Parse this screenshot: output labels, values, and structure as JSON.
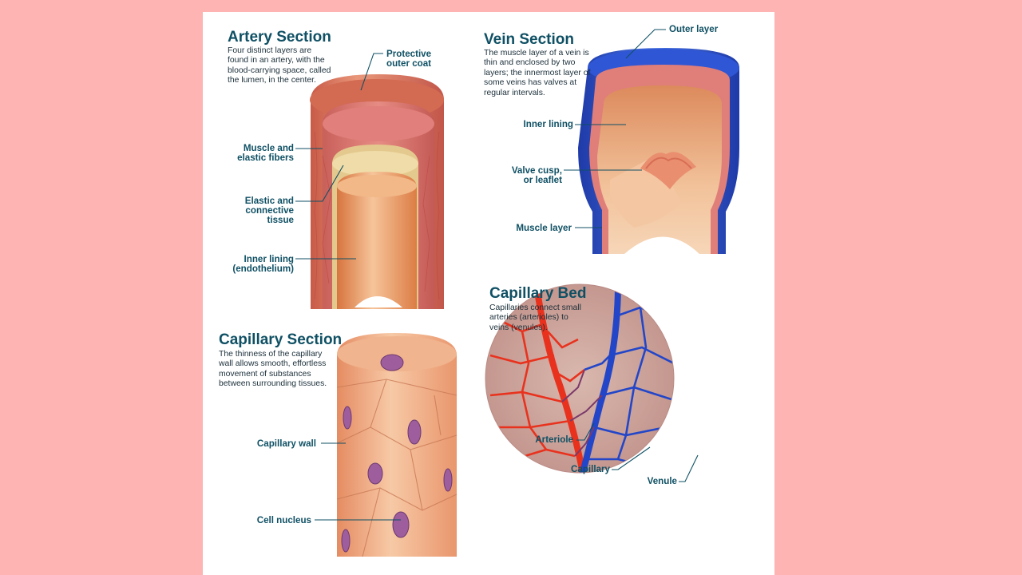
{
  "colors": {
    "page_background": "#fdb4b2",
    "sheet": "#ffffff",
    "heading": "#0f5064",
    "arterial_red": "#e8321e",
    "venous_blue": "#2346c8",
    "tissue": "#e8956c"
  },
  "artery": {
    "title": "Artery Section",
    "description": "Four distinct layers are found in an artery, with the blood-carrying space, called the lumen, in the center.",
    "labels": {
      "outer_coat": "Protective\nouter coat",
      "muscle": "Muscle and\nelastic fibers",
      "elastic": "Elastic and\nconnective\ntissue",
      "inner": "Inner lining\n(endothelium)"
    }
  },
  "vein": {
    "title": "Vein Section",
    "description": "The muscle layer of a vein is thin and enclosed by two layers; the innermost layer of some veins has valves at regular intervals.",
    "labels": {
      "outer": "Outer layer",
      "inner": "Inner lining",
      "valve": "Valve cusp,\nor leaflet",
      "muscle": "Muscle layer"
    }
  },
  "capillary_section": {
    "title": "Capillary Section",
    "description": "The thinness of the capillary wall allows smooth, effortless movement of substances between surrounding tissues.",
    "labels": {
      "wall": "Capillary wall",
      "nucleus": "Cell nucleus"
    }
  },
  "capillary_bed": {
    "title": "Capillary Bed",
    "description": "Capillaries connect small arteries (arterioles) to veins (venules).",
    "labels": {
      "arteriole": "Arteriole",
      "capillary": "Capillary",
      "venule": "Venule"
    }
  }
}
